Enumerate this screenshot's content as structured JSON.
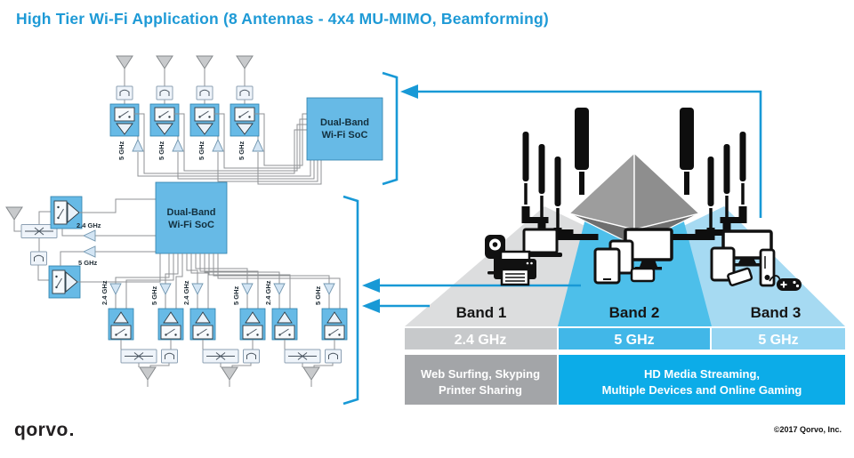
{
  "title": "High Tier Wi-Fi Application (8 Antennas - 4x4 MU-MIMO, Beamforming)",
  "circuit_top": {
    "soc": {
      "line1": "Dual-Band",
      "line2": "Wi-Fi SoC"
    },
    "chains": [
      {
        "freq": "5 GHz"
      },
      {
        "freq": "5 GHz"
      },
      {
        "freq": "5 GHz"
      },
      {
        "freq": "5 GHz"
      }
    ]
  },
  "circuit_bottom": {
    "soc": {
      "line1": "Dual-Band",
      "line2": "Wi-Fi SoC"
    },
    "shared": {
      "low": "2.4 GHz",
      "high": "5 GHz"
    },
    "chains": [
      {
        "freq": "2.4 GHz"
      },
      {
        "freq": "5 GHz"
      },
      {
        "freq": "2.4 GHz"
      },
      {
        "freq": "5 GHz"
      },
      {
        "freq": "2.4 GHz"
      },
      {
        "freq": "5 GHz"
      }
    ]
  },
  "bands": [
    {
      "label": "Band 1",
      "freq": "2.4 GHz",
      "desc_line1": "Web Surfing, Skyping",
      "desc_line2": "Printer Sharing",
      "devices": [
        "webcam",
        "printer",
        "laptop"
      ]
    },
    {
      "label": "Band 2",
      "freq": "5 GHz",
      "devices": [
        "tablet",
        "smartphone",
        "monitor",
        "phone-landscape"
      ]
    },
    {
      "label": "Band 3",
      "freq": "5 GHz",
      "devices": [
        "tv",
        "tablet",
        "smartphone",
        "game-console",
        "game-controller"
      ]
    }
  ],
  "shared_desc": {
    "line1": "HD Media Streaming,",
    "line2": "Multiple Devices and Online Gaming"
  },
  "footer": {
    "logo": "qorvo",
    "copyright": "©2017 Qorvo, Inc."
  },
  "colors": {
    "accent_blue": "#1899D6",
    "title_blue": "#1E9AD6",
    "block_blue": "#67BAE6",
    "band1_fan": "#DCDDDE",
    "band2_fan": "#4DBFEA",
    "band3_fan": "#A6DAF2",
    "freq_band1_bg": "#C7C9CB",
    "freq_band2_bg": "#41B7E8",
    "freq_band3_bg": "#95D5F2",
    "desc_band1_bg": "#A3A5A8",
    "desc_band23_bg": "#0CACE8",
    "router_gray": "#969696",
    "device_black": "#111111"
  }
}
